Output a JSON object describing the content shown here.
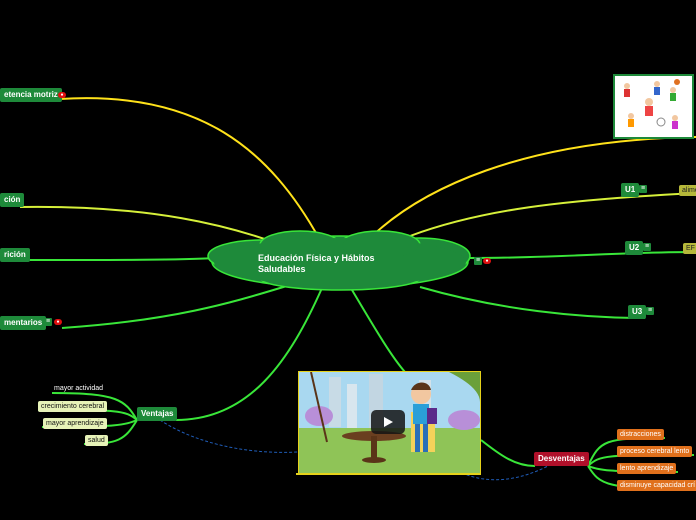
{
  "central": {
    "title": "Educación Física y Hábitos Saludables",
    "color": "#1e8a3a"
  },
  "left_topics": [
    {
      "label": "etencia motriz"
    },
    {
      "label": "ción"
    },
    {
      "label": "rición"
    },
    {
      "label": "mentarios"
    }
  ],
  "right_topics": [
    {
      "label": "U1"
    },
    {
      "label": "U2"
    },
    {
      "label": "U3"
    }
  ],
  "right_subtopics": [
    {
      "label": "alime"
    },
    {
      "label": "EF"
    }
  ],
  "ventajas": {
    "label": "Ventajas",
    "items": [
      "mayor actividad",
      "crecimiento cerebral",
      "mayor aprendizaje",
      "salud"
    ]
  },
  "desventajas": {
    "label": "Desventajas",
    "items": [
      "distracciones",
      "proceso cerebral lento",
      "lento aprendizaje",
      "disminuye capacidad crí"
    ]
  },
  "icons": {
    "note": "note-icon",
    "marker": "red-marker-icon",
    "play": "play-icon"
  },
  "colors": {
    "branch_yellow": "#ffe21a",
    "branch_green": "#39e639",
    "node_green": "#1e8a3a",
    "orange_leaf": "#e0701c",
    "desventajas_node": "#b0102a",
    "olive_node": "#b6b83a",
    "link_dashed": "#1f5bb5"
  }
}
